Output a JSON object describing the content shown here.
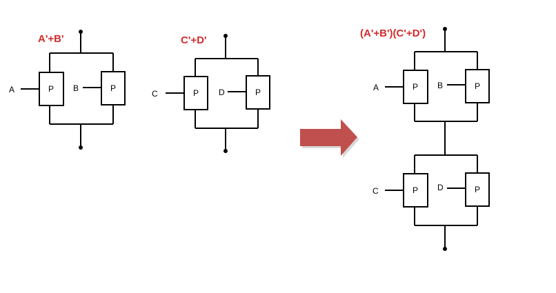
{
  "colors": {
    "title": "#d42a2a",
    "arrow": "#c0504d",
    "arrow_shadow": "#d9d9d9",
    "wire": "#000000"
  },
  "circuits": {
    "left": {
      "title": "A'+B'",
      "input_a": "A",
      "input_b": "B",
      "device_a": "P",
      "device_b": "P"
    },
    "middle": {
      "title": "C'+D'",
      "input_a": "C",
      "input_b": "D",
      "device_a": "P",
      "device_b": "P"
    },
    "result": {
      "title": "(A'+B')(C'+D')",
      "top": {
        "input_a": "A",
        "input_b": "B",
        "device_a": "P",
        "device_b": "P"
      },
      "bottom": {
        "input_a": "C",
        "input_b": "D",
        "device_a": "P",
        "device_b": "P"
      }
    }
  },
  "arrow_icon": "right-arrow-icon"
}
